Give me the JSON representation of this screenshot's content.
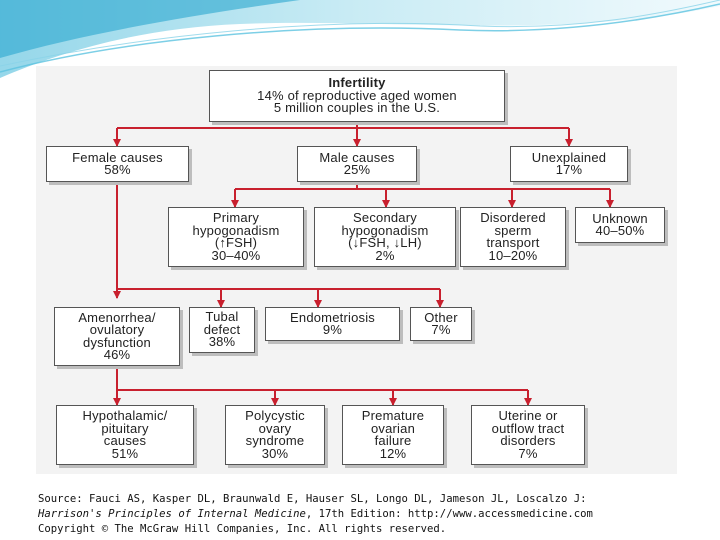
{
  "diagram": {
    "root": {
      "title": "Infertility",
      "lines": [
        "14% of reproductive aged women",
        "5 million couples in the U.S."
      ]
    },
    "level1": [
      {
        "lines": [
          "Female causes",
          "58%"
        ]
      },
      {
        "lines": [
          "Male causes",
          "25%"
        ]
      },
      {
        "lines": [
          "Unexplained",
          "17%"
        ]
      }
    ],
    "male": [
      {
        "lines": [
          "Primary",
          "hypogonadism",
          "(↑FSH)",
          "30–40%"
        ]
      },
      {
        "lines": [
          "Secondary",
          "hypogonadism",
          "(↓FSH, ↓LH)",
          "2%"
        ]
      },
      {
        "lines": [
          "Disordered",
          "sperm",
          "transport",
          "10–20%"
        ]
      },
      {
        "lines": [
          "Unknown",
          "40–50%"
        ]
      }
    ],
    "female": [
      {
        "lines": [
          "Amenorrhea/",
          "ovulatory",
          "dysfunction",
          "46%"
        ]
      },
      {
        "lines": [
          "Tubal",
          "defect",
          "38%"
        ]
      },
      {
        "lines": [
          "Endometriosis",
          "9%"
        ]
      },
      {
        "lines": [
          "Other",
          "7%"
        ]
      }
    ],
    "ovulatory": [
      {
        "lines": [
          "Hypothalamic/",
          "pituitary",
          "causes",
          "51%"
        ]
      },
      {
        "lines": [
          "Polycystic",
          "ovary",
          "syndrome",
          "30%"
        ]
      },
      {
        "lines": [
          "Premature",
          "ovarian",
          "failure",
          "12%"
        ]
      },
      {
        "lines": [
          "Uterine or",
          "outflow tract",
          "disorders",
          "7%"
        ]
      }
    ],
    "connector_color": "#c8202e"
  },
  "source": {
    "line1": "Source: Fauci AS, Kasper DL, Braunwald E, Hauser SL, Longo DL, Jameson JL, Loscalzo J:",
    "line2_title": "Harrison's Principles of Internal Medicine",
    "line2_rest": ", 17th Edition: http://www.accessmedicine.com",
    "line3": "Copyright © The McGraw Hill Companies, Inc. All rights reserved."
  }
}
